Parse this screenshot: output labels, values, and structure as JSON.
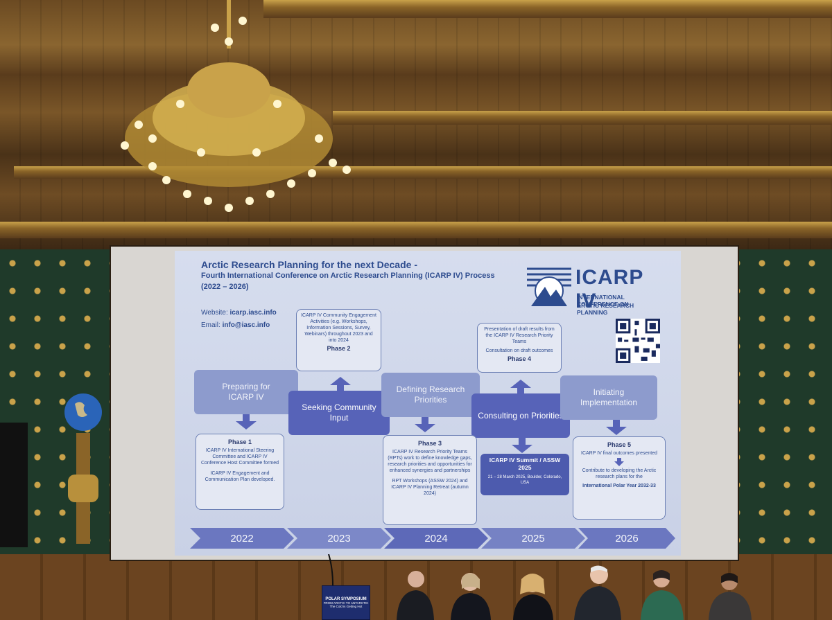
{
  "slide": {
    "title": "Arctic Research Planning for the next Decade -",
    "subtitle_line1": "Fourth International Conference on Arctic Research Planning (ICARP IV) Process",
    "subtitle_line2": "(2022 – 2026)",
    "website_label": "Website:",
    "website_value": "icarp.iasc.info",
    "email_label": "Email:",
    "email_value": "info@iasc.info",
    "logo": {
      "name": "ICARP IV",
      "line1": "INTERNATIONAL CONFERENCE ON",
      "line2": "ARCTIC RESEARCH PLANNING"
    },
    "steps": [
      {
        "label": "Preparing for ICARP IV"
      },
      {
        "label": "Seeking Community Input"
      },
      {
        "label": "Defining Research Priorities"
      },
      {
        "label": "Consulting on Priorities"
      },
      {
        "label": "Initiating Implementation"
      }
    ],
    "phases": {
      "phase1": {
        "title": "Phase 1",
        "text1": "ICARP IV International Steering Committee and ICARP IV Conference Host Committee formed",
        "text2": "ICARP IV Engagement and Communication Plan developed."
      },
      "phase2": {
        "title": "Phase 2",
        "text1": "ICARP IV Community Engagement Activities (e.g. Workshops, Information Sessions, Survey, Webinars) throughout 2023 and into 2024"
      },
      "phase3": {
        "title": "Phase 3",
        "text1": "ICARP IV Research Priority Teams (RPTs) work to define knowledge gaps, research priorities and opportunities for enhanced synergies and partnerships",
        "text2": "RPT Workshops (ASSW 2024) and ICARP IV Planning Retreat (autumn 2024)"
      },
      "phase4": {
        "title": "Phase 4",
        "text1": "Presentation of draft results from the ICARP IV Research Priority Teams",
        "text2": "Consultation on draft outcomes"
      },
      "phase5": {
        "title": "Phase 5",
        "text1": "ICARP IV final outcomes presented",
        "text2": "Contribute to developing the Arctic research plans for the",
        "text3": "International Polar Year 2032-33"
      }
    },
    "summit": {
      "title": "ICARP IV Summit / ASSW 2025",
      "dates": "21 – 28 March 2025, Boulder, Colorado, USA"
    },
    "timeline": [
      "2022",
      "2023",
      "2024",
      "2025",
      "2026"
    ]
  },
  "lectern": {
    "line1": "POLAR SYMPOSIUM",
    "line2": "FROM ARCTIC TO ANTARCTIC",
    "line3": "The Cold is Getting Hot"
  },
  "colors": {
    "slide_text": "#2d4b8e",
    "step_light": "#8d9bcd",
    "step_dark": "#5763b8",
    "wall_green": "#1f3a2a",
    "gold": "#c9a24a"
  }
}
